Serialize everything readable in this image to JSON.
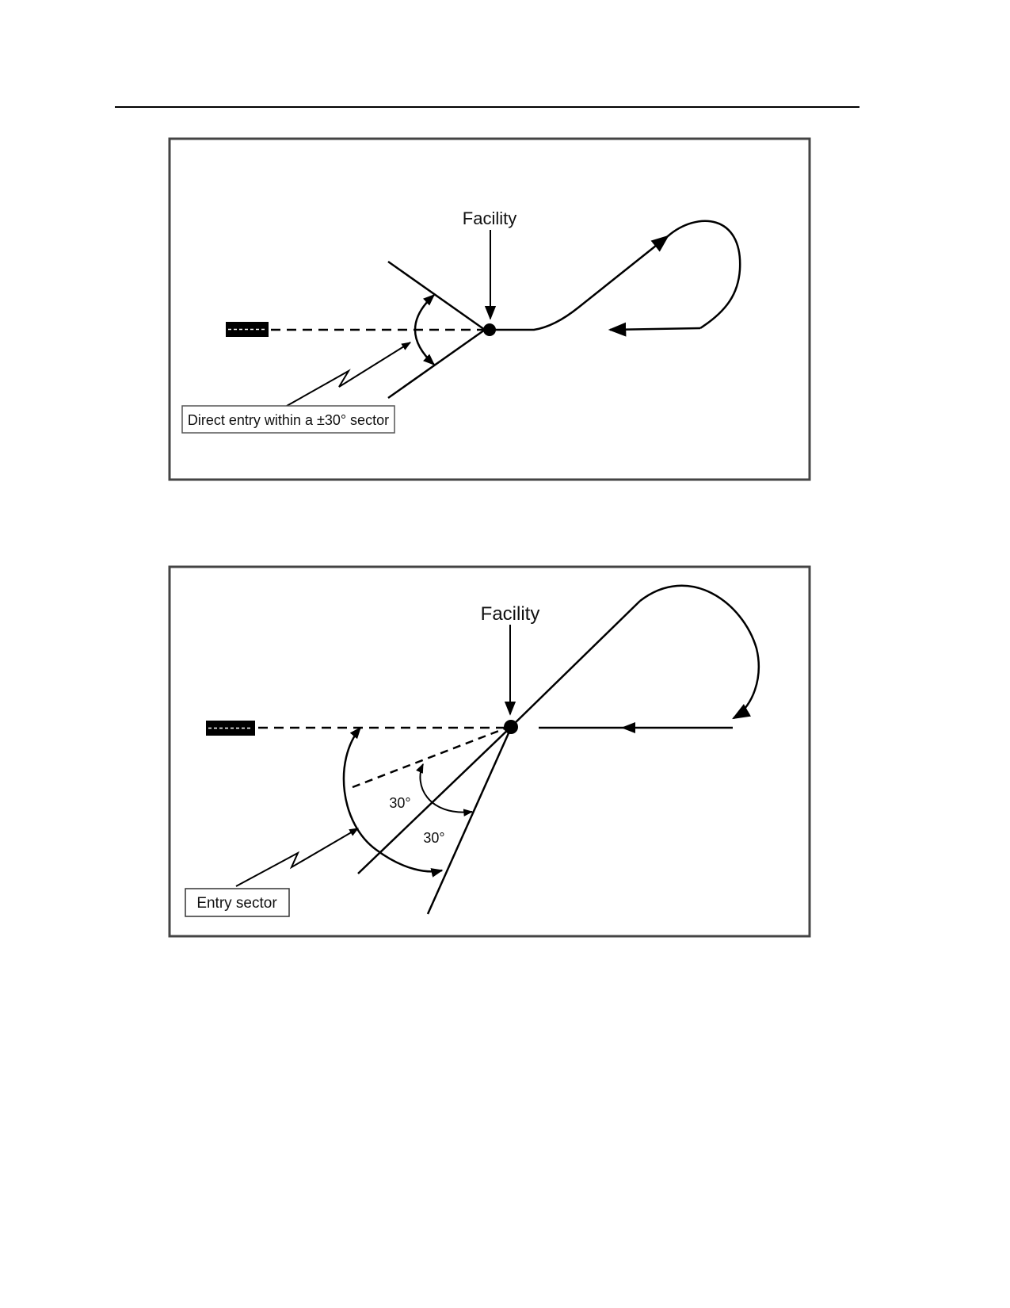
{
  "figure1": {
    "facility_label": "Facility",
    "entry_label": "Direct entry within a ±30° sector"
  },
  "figure2": {
    "facility_label": "Facility",
    "angle_label_1": "30°",
    "angle_label_2": "30°",
    "entry_label": "Entry sector"
  },
  "colors": {
    "line": "#000000",
    "frame": "#444444"
  }
}
